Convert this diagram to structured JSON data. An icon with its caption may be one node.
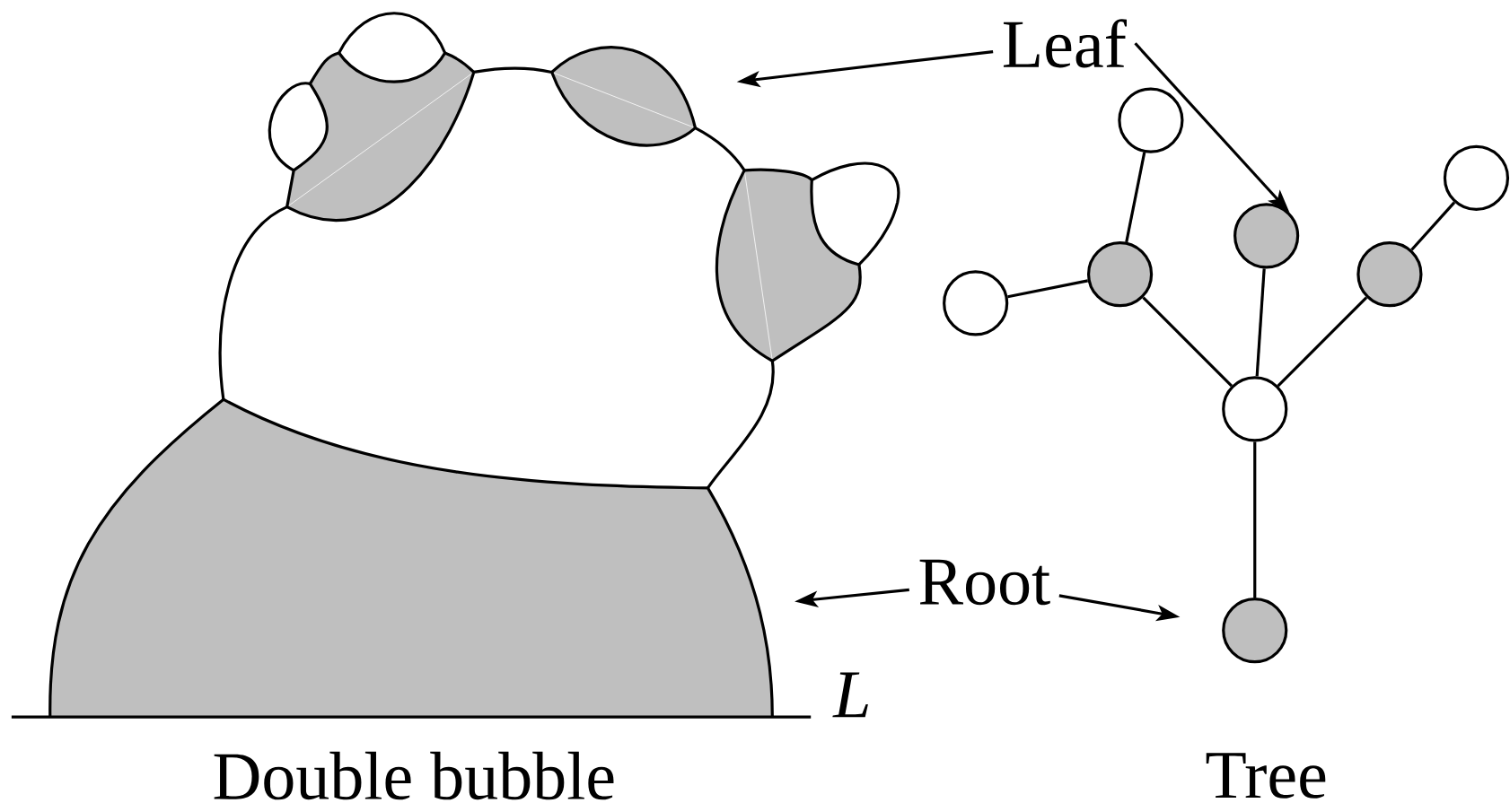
{
  "diagram": {
    "nodes": [
      {
        "text": [
          "Leaf"
        ]
      },
      {
        "text": [],
        "shape": "circle"
      },
      {
        "text": [],
        "shape": "circle"
      },
      {
        "text": [],
        "shape": "circle"
      },
      {
        "text": [],
        "shape": "circle"
      },
      {
        "text": [],
        "shape": "circle"
      },
      {
        "text": [],
        "shape": "circle"
      },
      {
        "text": [],
        "shape": "circle"
      },
      {
        "text": [
          "Root"
        ]
      },
      {
        "text": [],
        "shape": "circle"
      }
    ],
    "edges": [
      {
        "from": 0,
        "to": null,
        "arrow": "to"
      },
      {
        "from": 0,
        "to": 3,
        "arrow": "to"
      },
      {
        "from": 6,
        "to": 4,
        "arrow": "none"
      },
      {
        "from": 4,
        "to": 1,
        "arrow": "none"
      },
      {
        "from": 4,
        "to": 7,
        "arrow": "none"
      },
      {
        "from": 3,
        "to": 7,
        "arrow": "none"
      },
      {
        "from": 5,
        "to": 7,
        "arrow": "none"
      },
      {
        "from": 5,
        "to": 2,
        "arrow": "none"
      },
      {
        "from": 7,
        "to": 9,
        "arrow": "none"
      },
      {
        "from": 8,
        "to": null,
        "arrow": "to"
      },
      {
        "from": 8,
        "to": 9,
        "arrow": "to"
      }
    ],
    "labels": [
      "L",
      "Double bubble",
      "Tree"
    ]
  }
}
